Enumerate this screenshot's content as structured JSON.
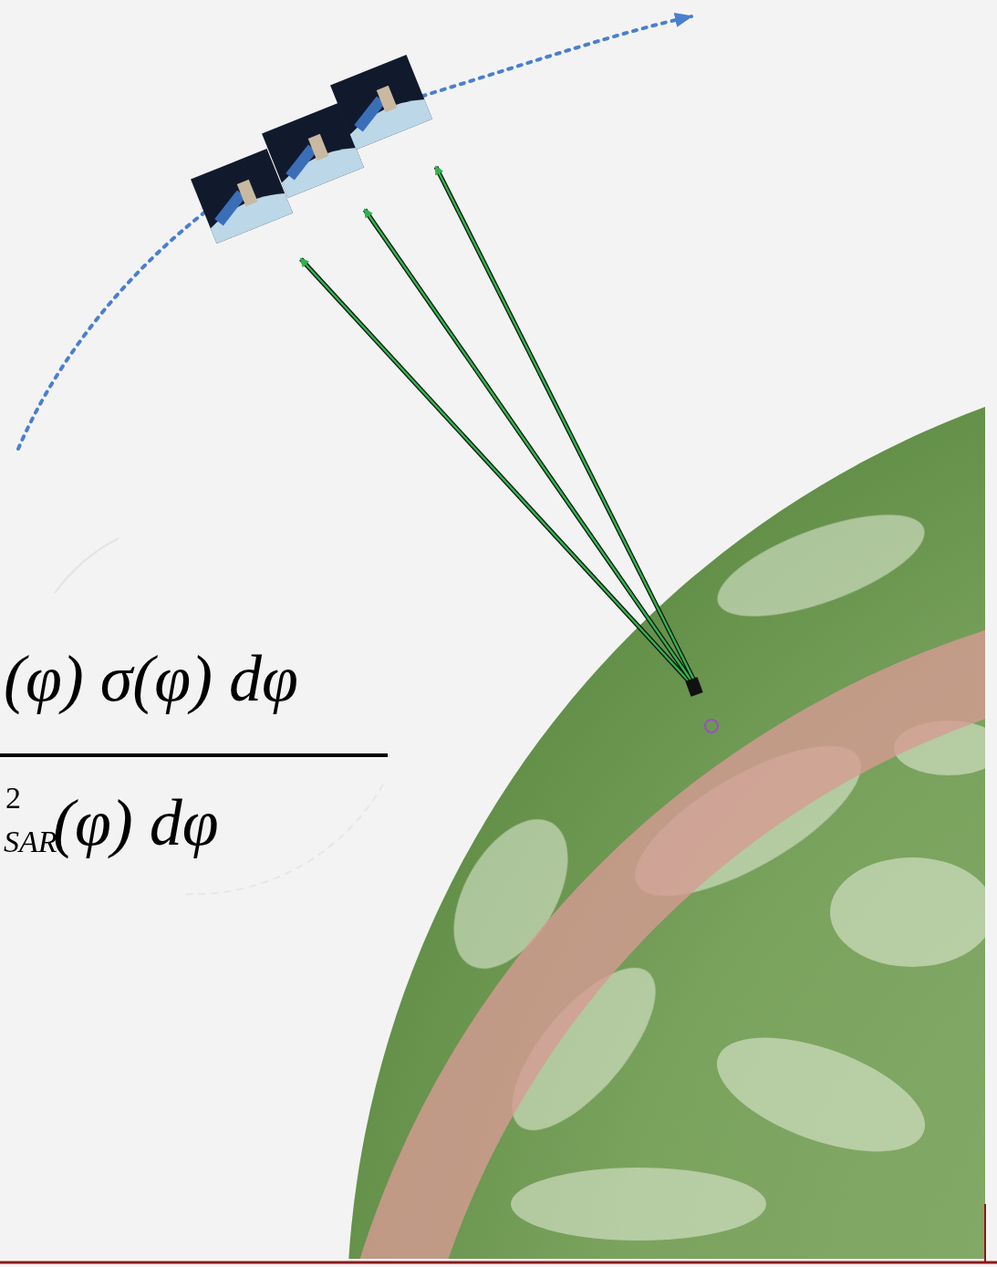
{
  "diagram": {
    "labels": [
      "(φ) σ(φ) dφ",
      "2",
      "SAR",
      "(φ) dφ"
    ]
  }
}
